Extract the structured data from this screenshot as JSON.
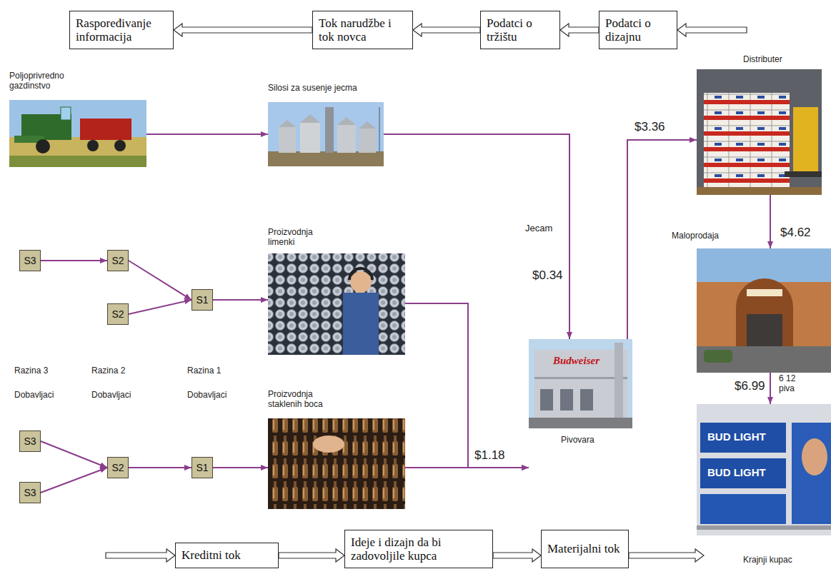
{
  "diagram": {
    "nodes": [
      {
        "text": [
          "Raspoređivanje informacija"
        ]
      },
      {
        "text": [
          "Tok narudžbe i tok novca"
        ]
      },
      {
        "text": [
          "Podatci o tržištu"
        ]
      },
      {
        "text": [
          "Podatci o dizajnu"
        ]
      },
      {
        "text": [
          "Poljoprivredno gazdinstvo"
        ]
      },
      {
        "text": [
          "Silosi za susenje jecma"
        ]
      },
      {
        "text": [
          "Distributer"
        ]
      },
      {
        "text": [
          "S3"
        ]
      },
      {
        "text": [
          "S2"
        ]
      },
      {
        "text": [
          "S1"
        ]
      },
      {
        "text": [
          "S2"
        ]
      },
      {
        "text": [
          "Proizvodnja limenki"
        ]
      },
      {
        "text": [
          "Maloprodaja"
        ]
      },
      {
        "text": [
          "Pivovara"
        ]
      },
      {
        "text": [
          "S3"
        ]
      },
      {
        "text": [
          "S2"
        ]
      },
      {
        "text": [
          "S1"
        ]
      },
      {
        "text": [
          "S3"
        ]
      },
      {
        "text": [
          "Proizvodnja staklenih boca"
        ]
      },
      {
        "text": [
          "Krajnji kupac"
        ]
      },
      {
        "text": [
          "Kreditni tok"
        ]
      },
      {
        "text": [
          "Ideje i dizajn da bi zadovoljile kupca"
        ]
      },
      {
        "text": [
          "Materijalni tok"
        ]
      }
    ],
    "edges": [
      {
        "from": 3,
        "to": 2,
        "arrow": "to"
      },
      {
        "from": 2,
        "to": 1,
        "arrow": "to"
      },
      {
        "from": 1,
        "to": 0,
        "arrow": "to"
      },
      {
        "from": 4,
        "to": 5,
        "arrow": "to"
      },
      {
        "from": 5,
        "to": 13,
        "label": "$0.34",
        "arrow": "to"
      },
      {
        "from": 7,
        "to": 8,
        "arrow": "to"
      },
      {
        "from": 8,
        "to": 9,
        "arrow": "to"
      },
      {
        "from": 10,
        "to": 9,
        "arrow": "to"
      },
      {
        "from": 9,
        "to": 11,
        "arrow": "to"
      },
      {
        "from": 14,
        "to": 15,
        "arrow": "to"
      },
      {
        "from": 17,
        "to": 15,
        "arrow": "to"
      },
      {
        "from": 15,
        "to": 16,
        "arrow": "to"
      },
      {
        "from": 16,
        "to": 18,
        "arrow": "to"
      },
      {
        "from": 11,
        "to": 13,
        "label": "$1.18",
        "arrow": "to"
      },
      {
        "from": 18,
        "to": 13,
        "arrow": "to"
      },
      {
        "from": 13,
        "to": 6,
        "label": "$3.36",
        "arrow": "to"
      },
      {
        "from": 6,
        "to": 12,
        "label": "$4.62",
        "arrow": "to"
      },
      {
        "from": 12,
        "to": 19,
        "label": "$6.99",
        "arrow": "to"
      },
      {
        "from": 20,
        "to": 21,
        "arrow": "to"
      },
      {
        "from": 21,
        "to": 22,
        "arrow": "to"
      }
    ],
    "labels": [
      "Jecam",
      "Razina 3",
      "Razina 2",
      "Razina 1",
      "Dobavljaci",
      "Dobavljaci",
      "Dobavljaci",
      "6 12 piva",
      "Budweiser",
      "BUD LIGHT",
      "BUD LIGHT"
    ]
  }
}
